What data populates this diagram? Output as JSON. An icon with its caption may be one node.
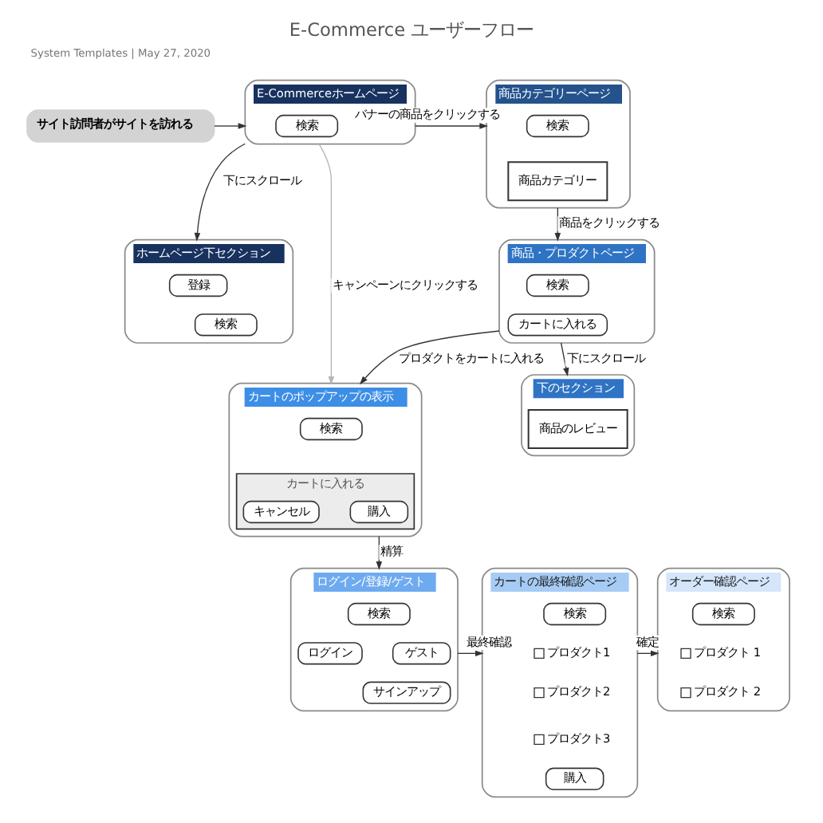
{
  "diagram": {
    "title": "E-Commerce ユーザーフロー",
    "nodes": [
      {
        "text": [
          "サイト訪問者がサイトを訪れる"
        ]
      },
      {
        "text": [
          "E-Commerceホームページ"
        ]
      },
      {
        "text": [
          "検索"
        ],
        "in": 1
      },
      {
        "text": [
          "商品カテゴリーページ"
        ]
      },
      {
        "text": [
          "検索"
        ],
        "in": 3
      },
      {
        "text": [
          "商品カテゴリー"
        ],
        "in": 3
      },
      {
        "text": [
          "商品・プロダクトページ"
        ]
      },
      {
        "text": [
          "検索"
        ],
        "in": 6
      },
      {
        "text": [
          "カートに入れる"
        ],
        "in": 6
      },
      {
        "text": [
          "ホームページ下セクション"
        ]
      },
      {
        "text": [
          "登録"
        ],
        "in": 9
      },
      {
        "text": [
          "検索"
        ],
        "in": 9
      },
      {
        "text": [
          "下のセクション"
        ]
      },
      {
        "text": [
          "商品のレビュー"
        ],
        "in": 12
      },
      {
        "text": [
          "カートのポップアップの表示"
        ]
      },
      {
        "text": [
          "検索"
        ],
        "in": 14
      },
      {
        "text": [
          "カートに入れる"
        ],
        "in": 14
      },
      {
        "text": [
          "キャンセル"
        ],
        "in": 16
      },
      {
        "text": [
          "購入"
        ],
        "in": 16
      },
      {
        "text": [
          "ログイン/登録/ゲスト"
        ]
      },
      {
        "text": [
          "検索"
        ],
        "in": 19
      },
      {
        "text": [
          "ログイン"
        ],
        "in": 19
      },
      {
        "text": [
          "ゲスト"
        ],
        "in": 19
      },
      {
        "text": [
          "サインアップ"
        ],
        "in": 19
      },
      {
        "text": [
          "カートの最終確認ページ"
        ]
      },
      {
        "text": [
          "検索"
        ],
        "in": 24
      },
      {
        "text": [
          "プロダクト1"
        ],
        "in": 24
      },
      {
        "text": [
          "プロダクト2"
        ],
        "in": 24
      },
      {
        "text": [
          "プロダクト3"
        ],
        "in": 24
      },
      {
        "text": [
          "購入"
        ],
        "in": 24
      },
      {
        "text": [
          "オーダー確認ページ"
        ]
      },
      {
        "text": [
          "検索"
        ],
        "in": 30
      },
      {
        "text": [
          "プロダクト 1"
        ],
        "in": 30
      },
      {
        "text": [
          "プロダクト 2"
        ],
        "in": 30
      }
    ],
    "edges": [
      {
        "from": 0,
        "to": 1,
        "arrow": "to"
      },
      {
        "from": 1,
        "to": 3,
        "arrow": "to",
        "label": "バナーの商品をクリックする"
      },
      {
        "from": 3,
        "to": 6,
        "arrow": "to",
        "label": "商品をクリックする"
      },
      {
        "from": 1,
        "to": 9,
        "arrow": "to",
        "label": "下にスクロール"
      },
      {
        "from": 6,
        "to": 12,
        "arrow": "to",
        "label": "下にスクロール"
      },
      {
        "from": 1,
        "to": 14,
        "arrow": "to",
        "label": "キャンペーンにクリックする",
        "color": "#b5b5b5"
      },
      {
        "from": 6,
        "to": 14,
        "arrow": "to",
        "label": "プロダクトをカートに入れる"
      },
      {
        "from": 14,
        "to": 19,
        "arrow": "to",
        "label": "精算"
      },
      {
        "from": 19,
        "to": 24,
        "arrow": "to",
        "label": "最終確認"
      },
      {
        "from": 24,
        "to": 30,
        "arrow": "to",
        "label": "確定"
      }
    ],
    "labels": [
      "System Templates | May 27, 2020"
    ]
  }
}
